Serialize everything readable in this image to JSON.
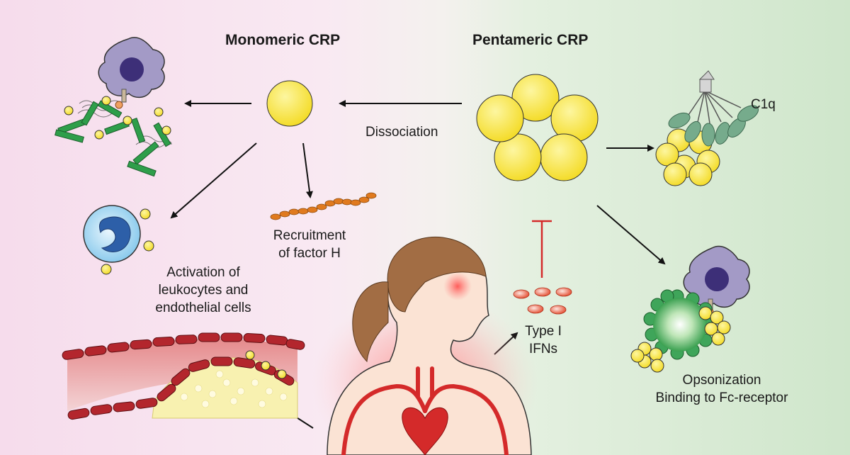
{
  "headings": {
    "monomeric": "Monomeric CRP",
    "pentameric": "Pentameric CRP"
  },
  "labels": {
    "dissociation": "Dissociation",
    "c1q": "C1q",
    "recruitment_line1": "Recruitment",
    "recruitment_line2": "of factor H",
    "activation_line1": "Activation of",
    "activation_line2": "leukocytes and",
    "activation_line3": "endothelial cells",
    "ifn_line1": "Type I",
    "ifn_line2": "IFNs",
    "opsonization_line1": "Opsonization",
    "opsonization_line2": "Binding to Fc-receptor"
  },
  "colors": {
    "crp_yellow": "#f6e03a",
    "macrophage_purple": "#9f95c4",
    "antibody_green": "#2e9e4a",
    "c1q_green": "#6fa88a",
    "factor_h_orange": "#e07a1e",
    "vessel_red": "#b3262d",
    "inhibition_red": "#d42a2a"
  }
}
